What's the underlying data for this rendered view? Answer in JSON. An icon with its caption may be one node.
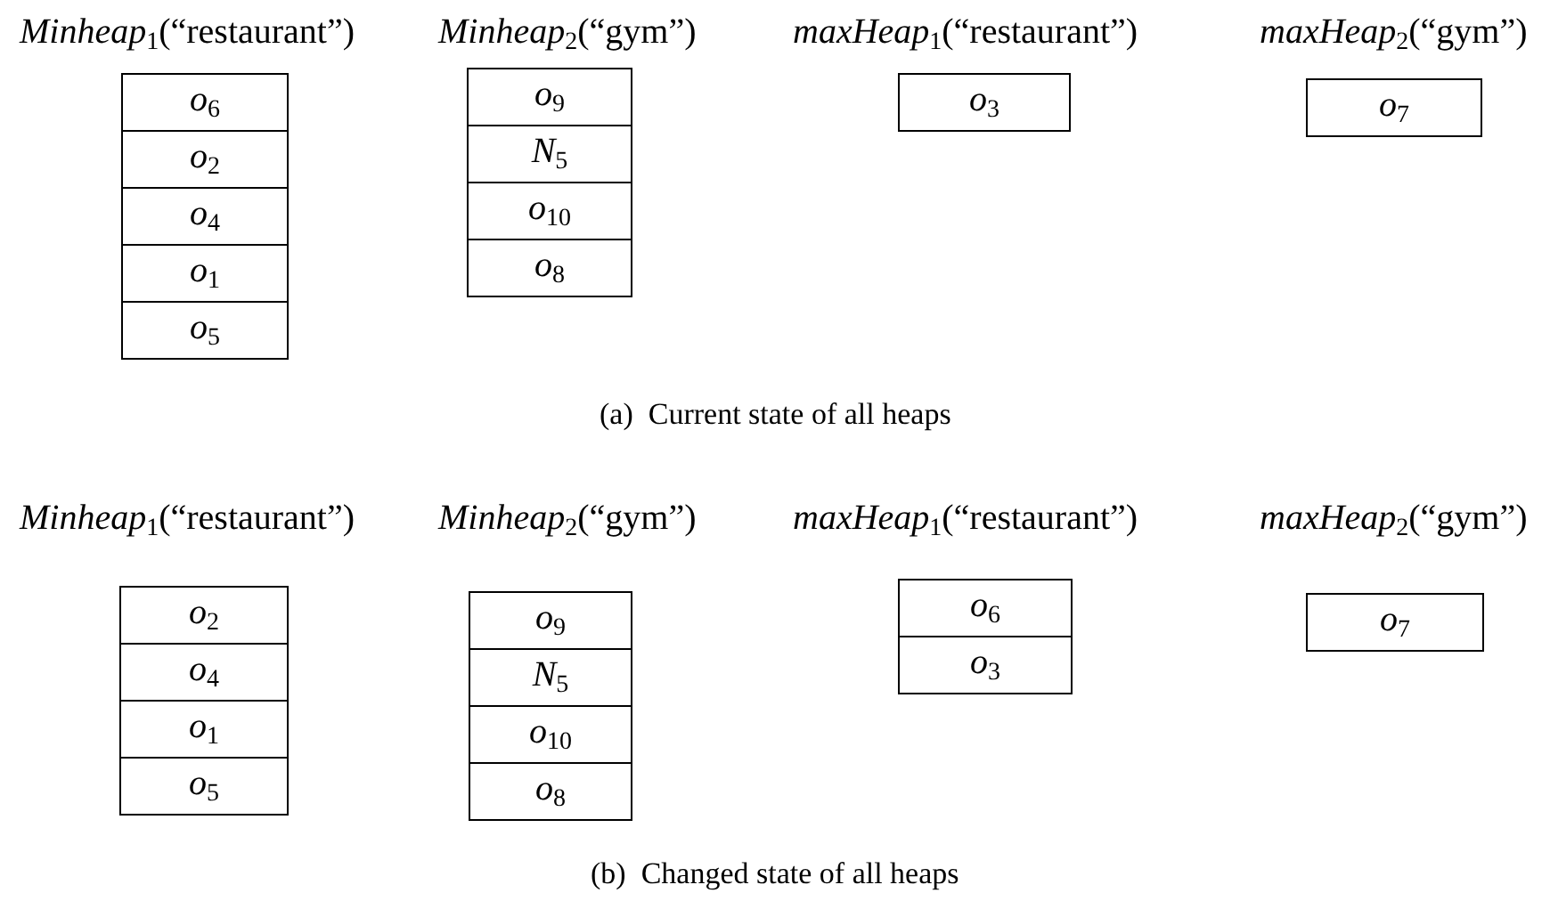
{
  "diagram": {
    "nodes": [
      {
        "text": [
          "*o*$_{6}$"
        ]
      },
      {
        "text": [
          "*o*$_{2}$"
        ]
      },
      {
        "text": [
          "*o*$_{4}$"
        ]
      },
      {
        "text": [
          "*o*$_{1}$"
        ]
      },
      {
        "text": [
          "*o*$_{5}$"
        ]
      },
      {
        "text": [
          "*o*$_{9}$"
        ]
      },
      {
        "text": [
          "*N*$_{5}$"
        ]
      },
      {
        "text": [
          "*o*$_{10}$"
        ]
      },
      {
        "text": [
          "*o*$_{8}$"
        ]
      },
      {
        "text": [
          "*o*$_{3}$"
        ]
      },
      {
        "text": [
          "*o*$_{7}$"
        ]
      },
      {
        "text": [
          "*o*$_{2}$"
        ]
      },
      {
        "text": [
          "*o*$_{4}$"
        ]
      },
      {
        "text": [
          "*o*$_{1}$"
        ]
      },
      {
        "text": [
          "*o*$_{5}$"
        ]
      },
      {
        "text": [
          "*o*$_{9}$"
        ]
      },
      {
        "text": [
          "*N*$_{5}$"
        ]
      },
      {
        "text": [
          "*o*$_{10}$"
        ]
      },
      {
        "text": [
          "*o*$_{8}$"
        ]
      },
      {
        "text": [
          "*o*$_{6}$"
        ]
      },
      {
        "text": [
          "*o*$_{3}$"
        ]
      },
      {
        "text": [
          "*o*$_{7}$"
        ]
      }
    ],
    "labels": [
      "*Minheap*$_{1}$(“restaurant”)",
      "*Minheap*$_{2}$(“gym”)",
      "*maxHeap*$_{1}$(“restaurant”)",
      "*maxHeap*$_{2}$(“gym”)",
      "(a)  Current state of all heaps",
      "*Minheap*$_{1}$(“restaurant”)",
      "*Minheap*$_{2}$(“gym”)",
      "*maxHeap*$_{1}$(“restaurant”)",
      "*maxHeap*$_{2}$(“gym”)",
      "(b)  Changed state of all heaps"
    ]
  }
}
